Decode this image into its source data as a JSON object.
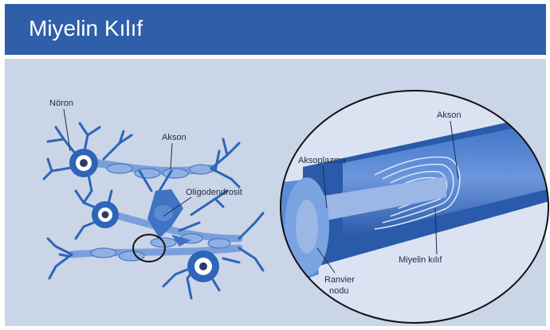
{
  "header": {
    "title": "Miyelin Kılıf"
  },
  "labels": {
    "noron": "Nöron",
    "akson_left": "Akson",
    "oligodendrosit": "Oligodendrosit",
    "aksoplazma": "Aksoplazma",
    "akson_right": "Akson",
    "ranvier_line1": "Ranvier",
    "ranvier_line2": "nodu",
    "miyelin_kilif": "Miyelin kılıf"
  },
  "colors": {
    "header": "#2f5fa8",
    "panel": "#cbd5e8",
    "cell": "#2e65b8",
    "axon": "#6f95d6",
    "outline": "#111111"
  }
}
